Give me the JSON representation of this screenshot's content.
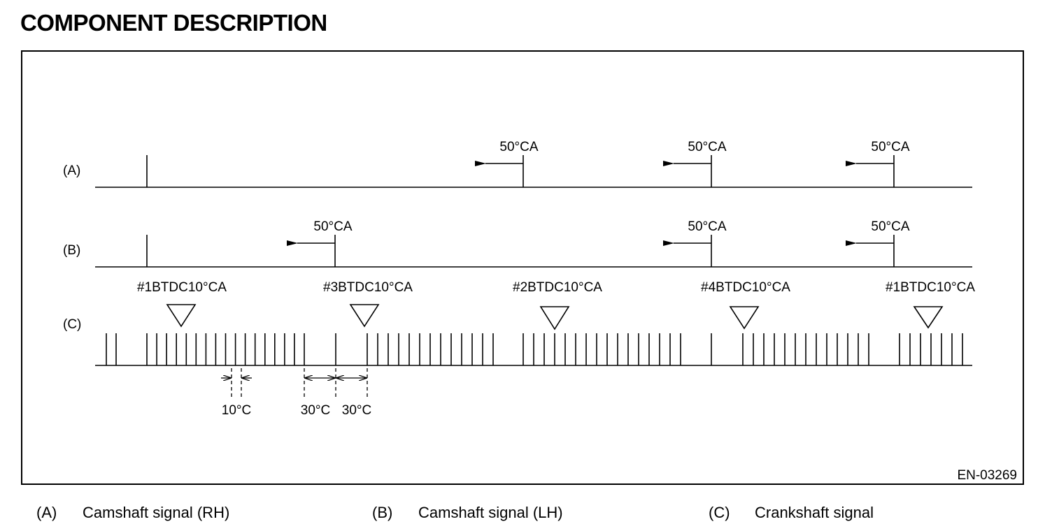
{
  "page": {
    "title": "COMPONENT DESCRIPTION",
    "figure_id": "EN-03269"
  },
  "rows": {
    "a_label": "(A)",
    "b_label": "(B)",
    "c_label": "(C)"
  },
  "camshaft": {
    "offset_label": "50°CA"
  },
  "tdc_marks": [
    "#1BTDC10°CA",
    "#3BTDC10°CA",
    "#2BTDC10°CA",
    "#4BTDC10°CA",
    "#1BTDC10°CA"
  ],
  "dimensions": {
    "tooth_pitch": "10°C",
    "gap_left": "30°C",
    "gap_right": "30°C"
  },
  "legend": [
    {
      "code": "(A)",
      "text": "Camshaft signal (RH)"
    },
    {
      "code": "(B)",
      "text": "Camshaft signal (LH)"
    },
    {
      "code": "(C)",
      "text": "Crankshaft signal"
    }
  ]
}
